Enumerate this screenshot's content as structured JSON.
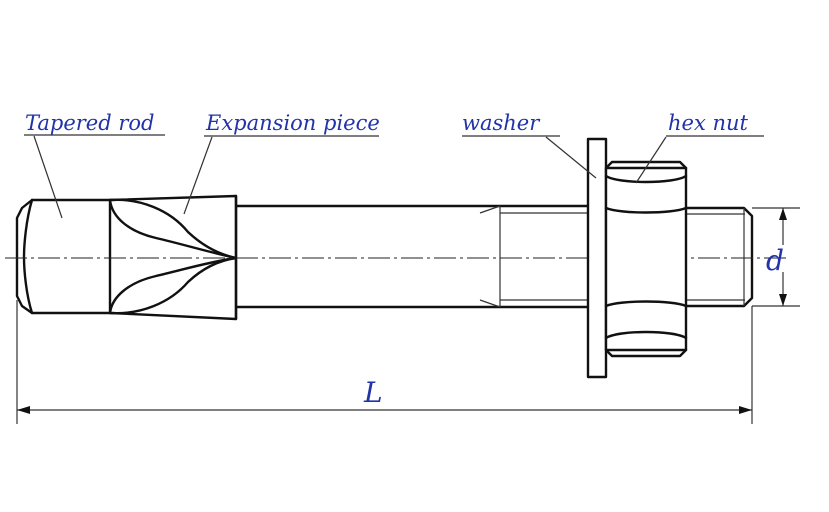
{
  "labels": {
    "tapered_rod": "Tapered rod",
    "expansion_piece": "Expansion piece",
    "washer": "washer",
    "hex_nut": "hex nut",
    "diameter": "d",
    "length": "L"
  },
  "colors": {
    "label_text": "#2233aa",
    "line": "#111111",
    "background": "#ffffff"
  }
}
